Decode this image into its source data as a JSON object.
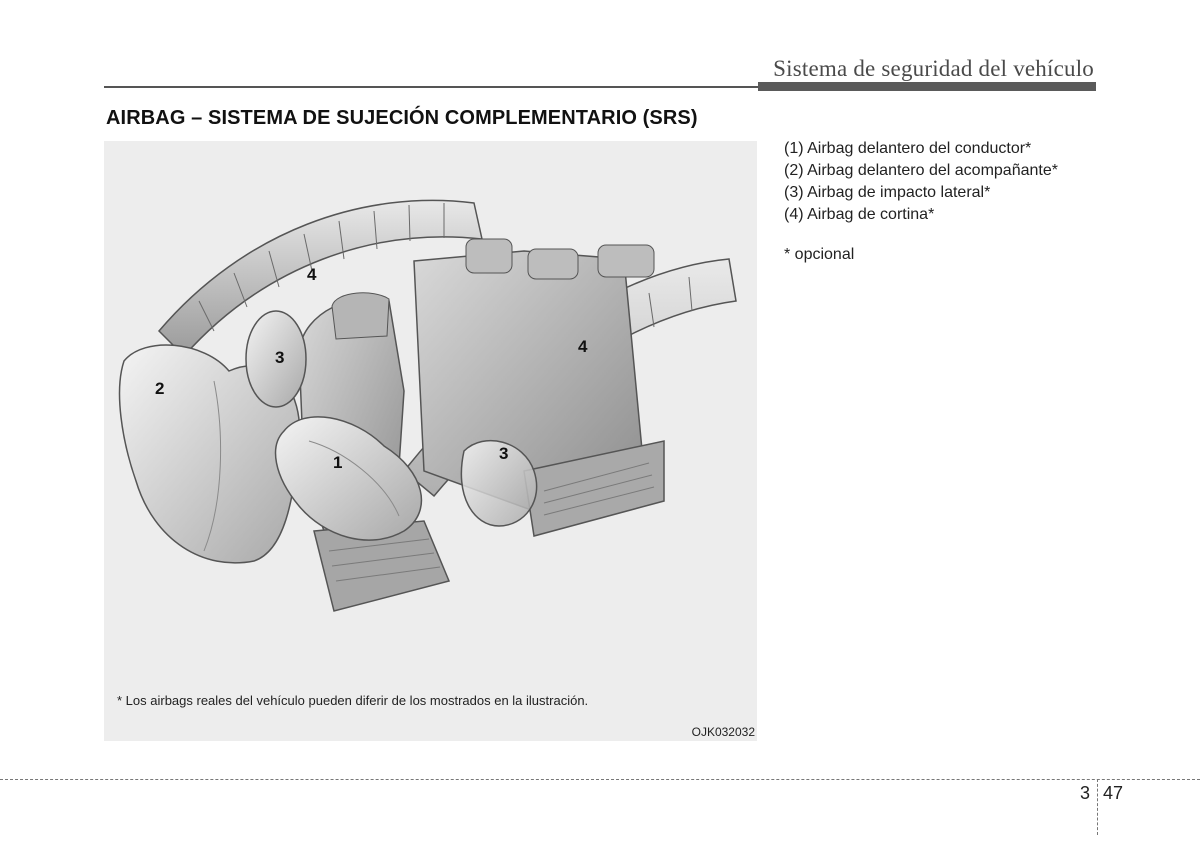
{
  "header": {
    "running_title": "Sistema de seguridad del vehículo"
  },
  "section": {
    "title": "AIRBAG – SISTEMA DE SUJECIÓN COMPLEMENTARIO (SRS)"
  },
  "figure": {
    "callouts": [
      "1",
      "2",
      "3",
      "4",
      "3",
      "4"
    ],
    "note": "* Los airbags reales del vehículo pueden diferir de los mostrados en la ilustración.",
    "code": "OJK032032"
  },
  "legend": {
    "items": [
      "(1) Airbag delantero del conductor*",
      "(2) Airbag delantero del acompañante*",
      "(3) Airbag de impacto lateral*",
      "(4) Airbag de cortina*"
    ],
    "note": "* opcional"
  },
  "footer": {
    "chapter": "3",
    "page": "47"
  },
  "colors": {
    "panel_bg": "#ededed",
    "rule": "#5a5a5a"
  }
}
